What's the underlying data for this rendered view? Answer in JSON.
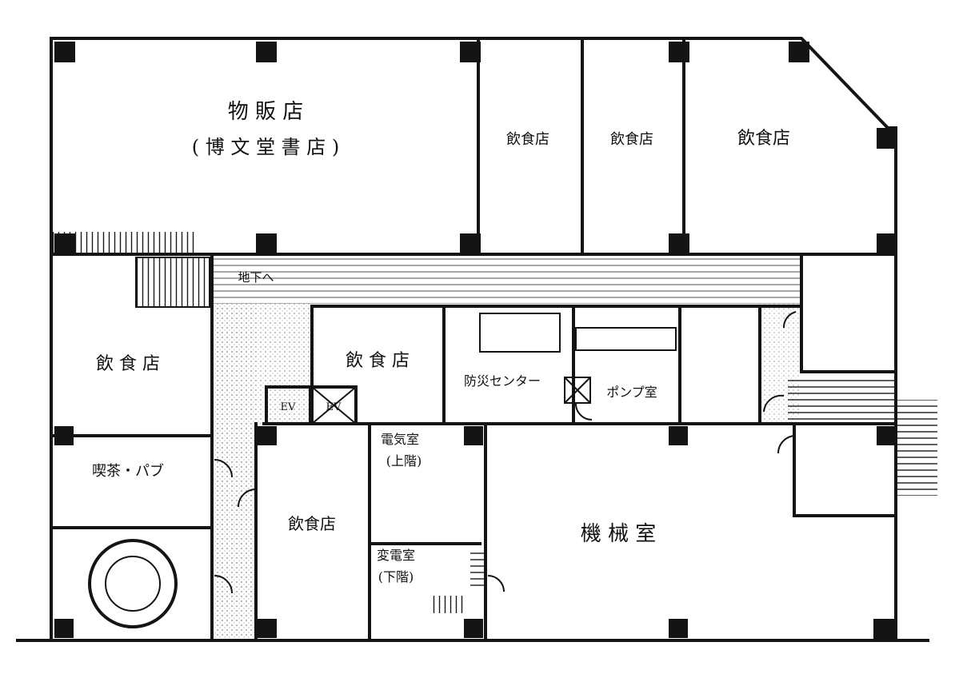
{
  "rooms": {
    "retail": "物 販 店",
    "retail_sub": "( 博 文 堂 書 店 )",
    "restaurant_top_1": "飲食店",
    "restaurant_top_2": "飲食店",
    "restaurant_top_3": "飲食店",
    "restaurant_left": "飲 食 店",
    "restaurant_center": "飲 食 店",
    "disaster_center": "防災センター",
    "pump_room": "ポンプ室",
    "electric_room": "電気室",
    "electric_room_sub": "(上階)",
    "cafe_pub": "喫茶・パブ",
    "restaurant_lower": "飲食店",
    "substation": "変電室",
    "substation_sub": "(下階)",
    "machine_room": "機 械 室",
    "elevator_1": "EV",
    "elevator_2": "EV",
    "basement_note": "地下へ"
  },
  "colors": {
    "ink": "#141414",
    "paper": "#ffffff"
  }
}
